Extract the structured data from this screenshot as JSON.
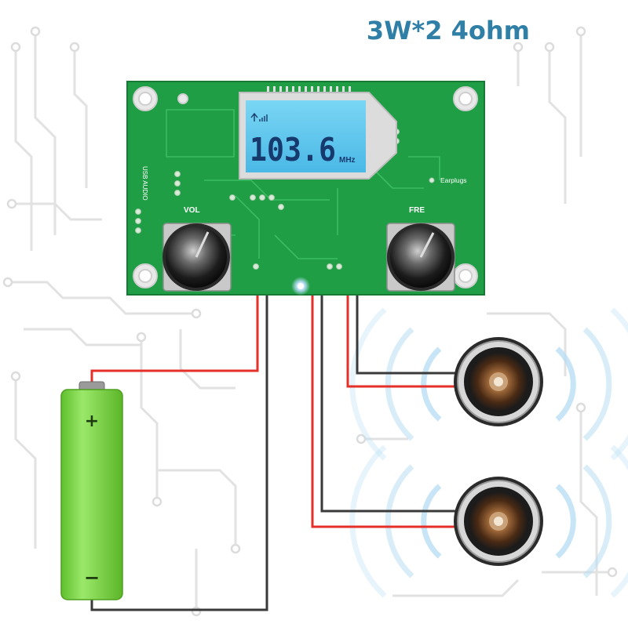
{
  "title": "3W*2 4ohm",
  "board": {
    "lcd_frequency": "103.6",
    "lcd_unit": "MHz",
    "earplugs_label": "Earplugs",
    "usb_audio_label": "USB AUDIO",
    "vol_label": "VOL",
    "fre_label": "FRE"
  },
  "battery": {
    "plus": "+",
    "minus": "−"
  },
  "colors": {
    "pcb": "#1f9e45",
    "lcd": "#5bc8ee",
    "battery": "#7fd84a",
    "wire_red": "#e5302a",
    "wire_black": "#3a3a3a",
    "circuit_bg": "#e6e6e6",
    "sound_wave": "#b9dff4",
    "title": "#2f7fa6"
  },
  "speakers": [
    "upper-speaker",
    "lower-speaker"
  ]
}
